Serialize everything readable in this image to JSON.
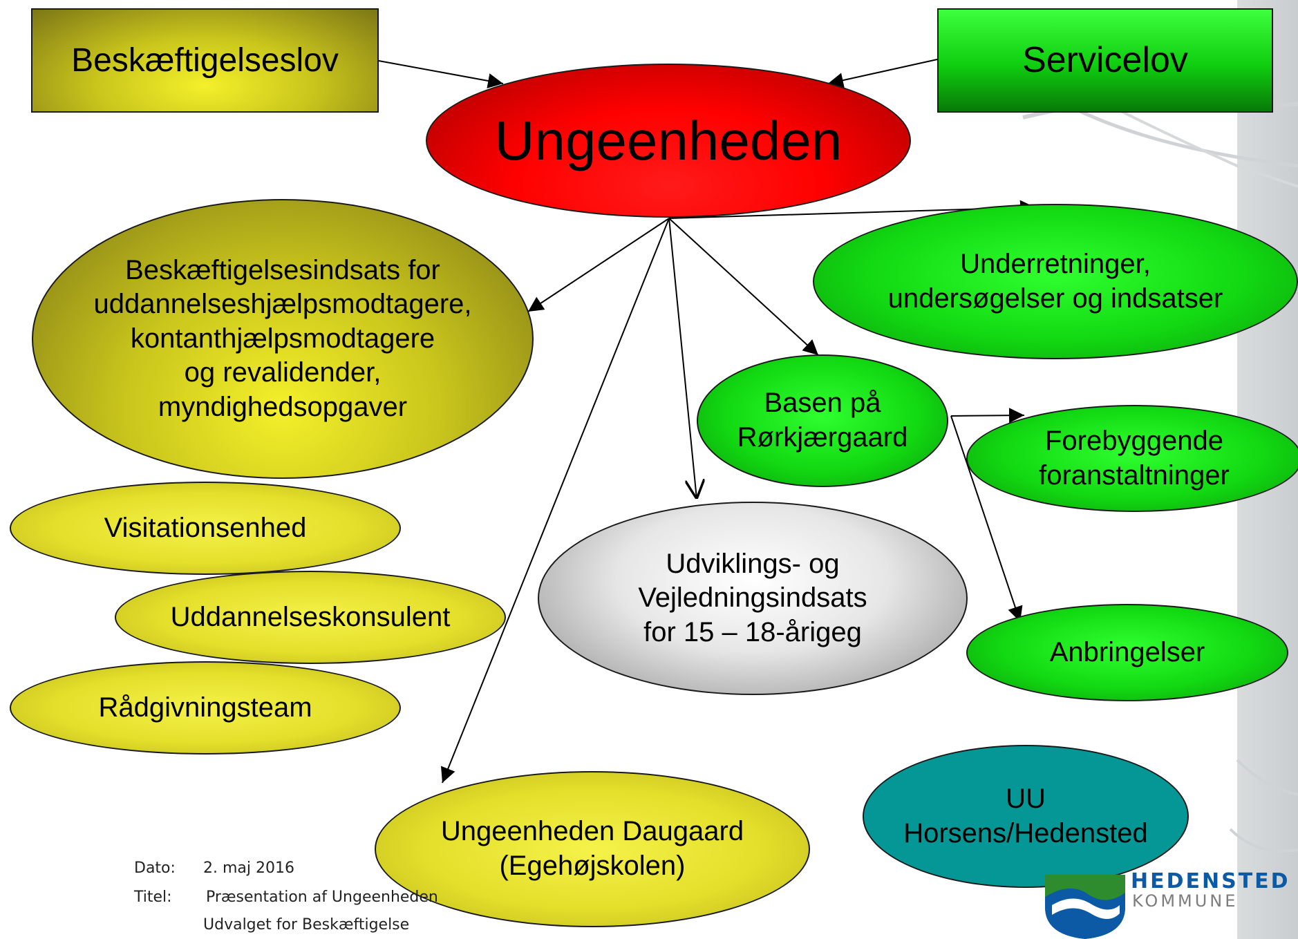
{
  "nodes": {
    "beskaeftigelseslov": "Beskæftigelseslov",
    "servicelov": "Servicelov",
    "ungeenheden": "Ungeenheden",
    "beskaeftigelsesindsats": [
      "Beskæftigelsesindsats for",
      "uddannelseshjælpsmodtagere,",
      "kontanthjælpsmodtagere",
      "og revalidender,",
      "myndighedsopgaver"
    ],
    "underretninger": [
      "Underretninger,",
      "undersøgelser og indsatser"
    ],
    "basen": [
      "Basen på",
      "Rørkjærgaard"
    ],
    "forebyggende": [
      "Forebyggende",
      "foranstaltninger"
    ],
    "visitationsenhed": "Visitationsenhed",
    "uddannelseskonsulent": "Uddannelseskonsulent",
    "raadgivningsteam": "Rådgivningsteam",
    "udviklings": [
      "Udviklings- og",
      "Vejledningsindsats",
      "for 15 – 18-årigeg"
    ],
    "anbringelser": "Anbringelser",
    "daugaard": [
      "Ungeenheden Daugaard",
      "(Egehøjskolen)"
    ],
    "uu": [
      "UU",
      "Horsens/Hedensted"
    ]
  },
  "footer": {
    "date_label": "Dato:",
    "date_value": "2. maj 2016",
    "title_label": "Titel:",
    "title_value": "Præsentation af Ungeenheden",
    "subtitle_value": "Udvalget for Beskæftigelse"
  },
  "brand": {
    "line1": "HEDENSTED",
    "line2": "KOMMUNE",
    "icon": "hedensted-kommune-logo-icon"
  },
  "colors": {
    "olive": "#c9c51c",
    "green": "#12d912",
    "red": "#ff0000",
    "teal": "#049796",
    "brand_blue": "#0c5aa6",
    "brand_green": "#2e8b2e"
  }
}
